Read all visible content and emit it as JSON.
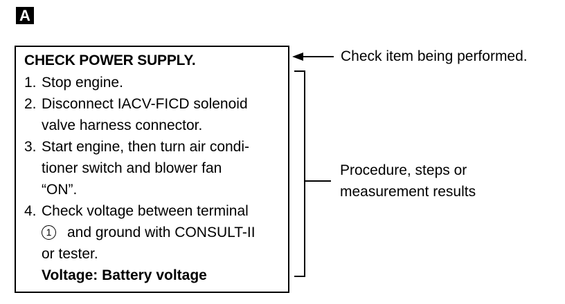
{
  "badge": "A",
  "box": {
    "title": "CHECK POWER SUPPLY.",
    "steps": [
      {
        "num": "1.",
        "lines": [
          "Stop engine."
        ]
      },
      {
        "num": "2.",
        "lines": [
          "Disconnect IACV-FICD solenoid",
          "valve harness connector."
        ]
      },
      {
        "num": "3.",
        "lines": [
          "Start engine, then turn air condi-",
          "tioner switch and blower fan",
          "“ON”."
        ]
      },
      {
        "num": "4.",
        "lines": [
          "Check voltage between terminal",
          "and ground with CONSULT-II",
          "or tester."
        ]
      }
    ],
    "terminal_symbol": "1",
    "spec": "Voltage: Battery voltage"
  },
  "annotations": {
    "check_item": "Check item being performed.",
    "procedure_line1": "Procedure, steps or",
    "procedure_line2": "measurement results"
  }
}
